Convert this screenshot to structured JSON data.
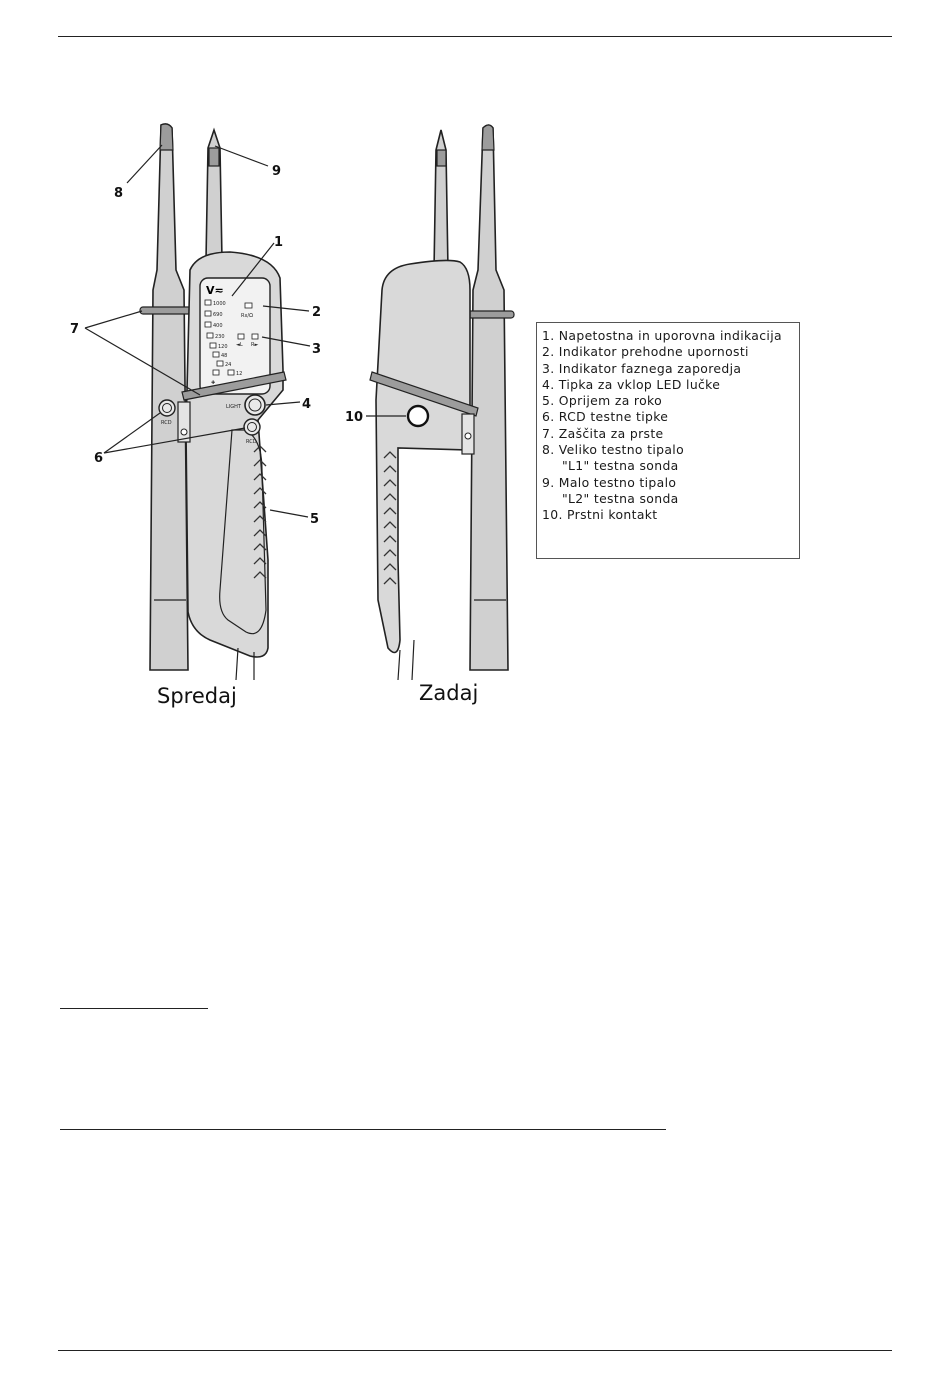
{
  "figure": {
    "front_caption": "Spredaj",
    "back_caption": "Zadaj",
    "front_panel": {
      "voltage_symbol": "V≂",
      "voltage_levels": [
        "1000",
        "690",
        "400",
        "230",
        "120",
        "48",
        "24",
        "12"
      ],
      "resistance_label": "Rx/Ω",
      "phase_left": "◄L",
      "phase_right": "R►",
      "light_button_label": "LIGHT",
      "rcd_label": "RCD"
    },
    "callouts": {
      "c1": "1",
      "c2": "2",
      "c3": "3",
      "c4": "4",
      "c5": "5",
      "c6": "6",
      "c7": "7",
      "c8": "8",
      "c9": "9",
      "c10": "10"
    }
  },
  "legend": {
    "items": [
      "1. Napetostna in uporovna indikacija",
      "2. Indikator prehodne upornosti",
      "3. Indikator faznega zaporedja",
      "4. Tipka za vklop LED lučke",
      "5. Oprijem za roko",
      "6. RCD testne tipke",
      "7. Zaščita za prste",
      "8. Veliko testno tipalo",
      "\"L1\" testna sonda",
      "9. Malo testno tipalo",
      "\"L2\" testna sonda",
      "10. Prstni kontakt"
    ]
  }
}
